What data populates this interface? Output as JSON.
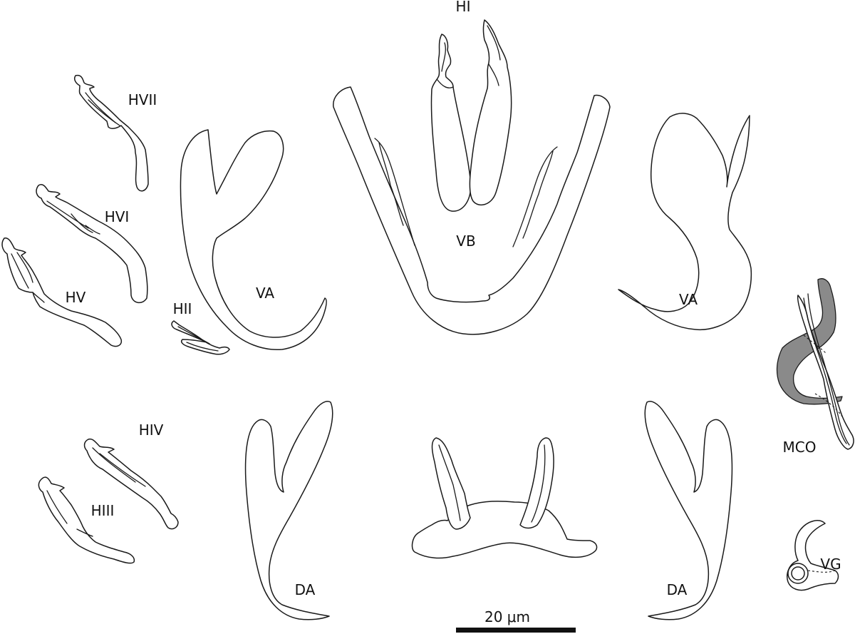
{
  "labels": {
    "hi": "HI",
    "hii": "HII",
    "hiii": "HIII",
    "hiv": "HIV",
    "hv": "HV",
    "hvi": "HVI",
    "hvii": "HVII",
    "va_left": "VA",
    "va_right": "VA",
    "vb": "VB",
    "da_left": "DA",
    "da_right": "DA",
    "mco": "MCO",
    "vg": "VG"
  },
  "scale_bar": {
    "label": "20 μm"
  },
  "colors": {
    "outline": "#1a1a1a",
    "mco_shaded": "#8a8a8a",
    "background": "#ffffff"
  }
}
